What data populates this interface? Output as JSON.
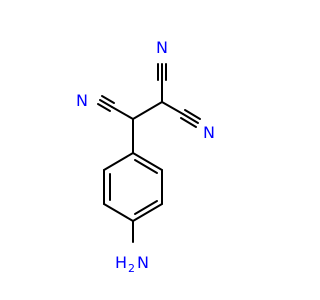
{
  "molecule": {
    "atoms": {
      "nitrile_top": "N",
      "nitrile_left": "N",
      "nitrile_right": "N",
      "amine": "H",
      "amine_sub": "2",
      "amine_n": "N"
    },
    "colors": {
      "bond": "#000000",
      "nitrogen": "#0000ff",
      "background": "#ffffff"
    }
  }
}
